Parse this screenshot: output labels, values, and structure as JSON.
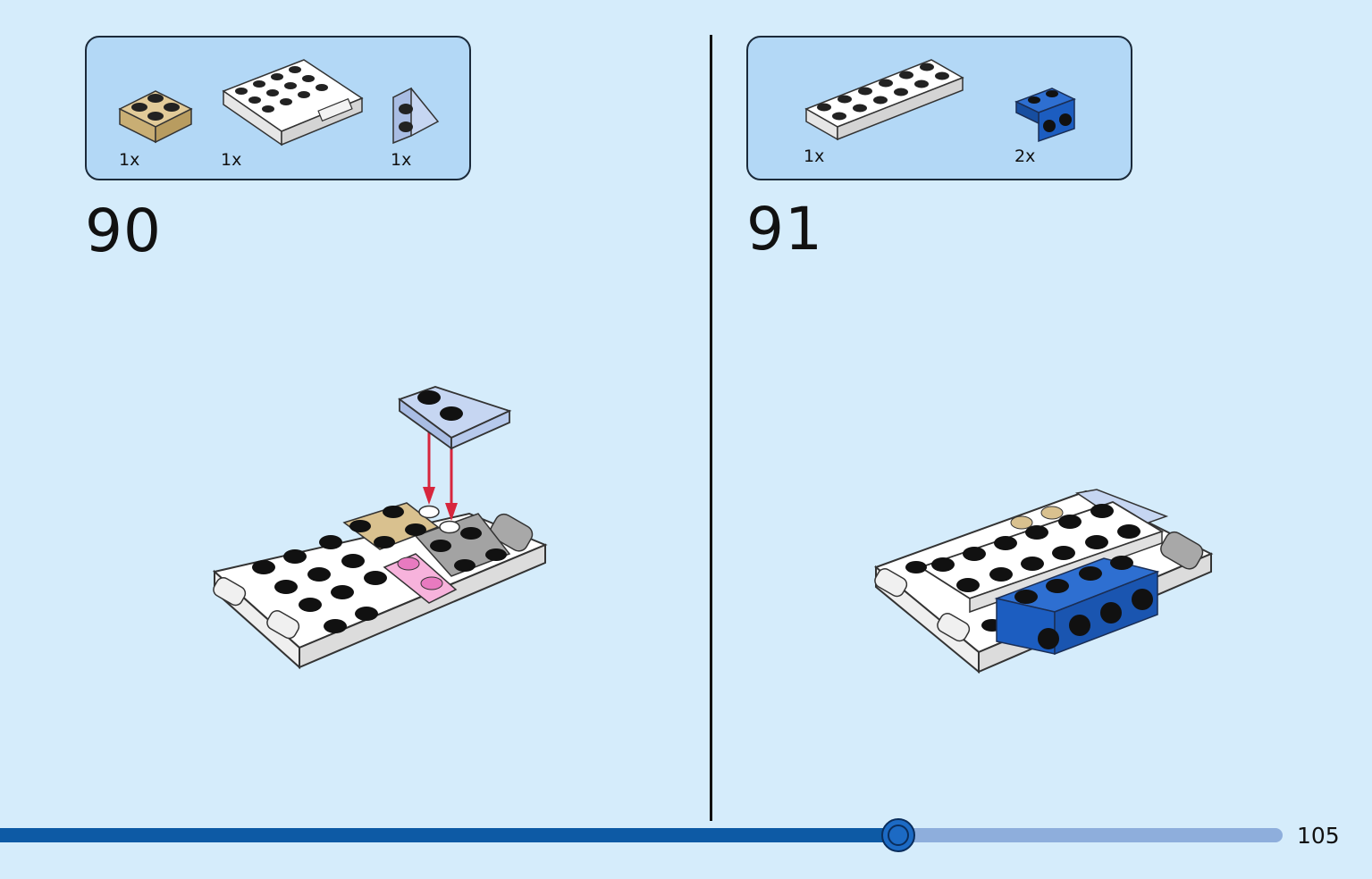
{
  "steps": [
    {
      "number": "90",
      "parts": [
        {
          "icon": "tan-plate-2x2-icon",
          "qty": "1x",
          "color": "#d9c18f"
        },
        {
          "icon": "white-hinge-plate-icon",
          "qty": "1x",
          "color": "#ffffff"
        },
        {
          "icon": "light-blue-wedge-plate-icon",
          "qty": "1x",
          "color": "#b8cdf0"
        }
      ]
    },
    {
      "number": "91",
      "parts": [
        {
          "icon": "white-plate-2x6-icon",
          "qty": "1x",
          "color": "#ffffff"
        },
        {
          "icon": "blue-bracket-icon",
          "qty": "2x",
          "color": "#1c5dc0"
        }
      ]
    }
  ],
  "progress": {
    "fraction": 0.7,
    "fill_color": "#0d5aa5",
    "track_color": "#8eaedc"
  },
  "page_number": "105",
  "accent": {
    "arrow": "#d7263d",
    "background": "#d5ecfb",
    "panel": "#b3d8f6"
  }
}
